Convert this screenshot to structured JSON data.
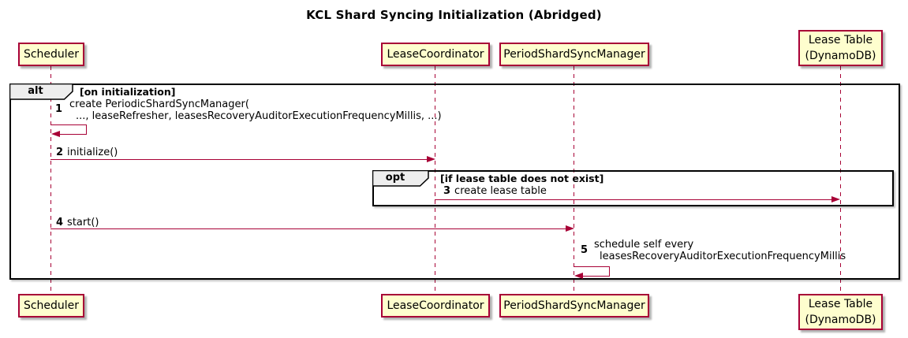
{
  "title": "KCL Shard Syncing Initialization (Abridged)",
  "participants": [
    {
      "id": "scheduler",
      "lines": [
        "Scheduler"
      ]
    },
    {
      "id": "lease-coordinator",
      "lines": [
        "LeaseCoordinator"
      ]
    },
    {
      "id": "period-shard-sync-manager",
      "lines": [
        "PeriodShardSyncManager"
      ]
    },
    {
      "id": "lease-table",
      "lines": [
        "Lease Table",
        "(DynamoDB)"
      ]
    }
  ],
  "frames": {
    "alt": {
      "label": "alt",
      "guard": "[on initialization]"
    },
    "opt": {
      "label": "opt",
      "guard": "[if lease table does not exist]"
    }
  },
  "messages": [
    {
      "num": "1",
      "kind": "self",
      "from": "scheduler",
      "to": "scheduler",
      "lines": [
        "create PeriodicShardSyncManager(",
        "..., leaseRefresher, leasesRecoveryAuditorExecutionFrequencyMillis, ...)"
      ]
    },
    {
      "num": "2",
      "kind": "arrow",
      "from": "scheduler",
      "to": "lease-coordinator",
      "lines": [
        "initialize()"
      ]
    },
    {
      "num": "3",
      "kind": "arrow",
      "from": "lease-coordinator",
      "to": "lease-table",
      "lines": [
        "create lease table"
      ]
    },
    {
      "num": "4",
      "kind": "arrow",
      "from": "scheduler",
      "to": "period-shard-sync-manager",
      "lines": [
        "start()"
      ]
    },
    {
      "num": "5",
      "kind": "self",
      "from": "period-shard-sync-manager",
      "to": "period-shard-sync-manager",
      "lines": [
        "schedule self every",
        "leasesRecoveryAuditorExecutionFrequencyMillis"
      ]
    }
  ],
  "colors": {
    "participant_fill": "#FEFECE",
    "participant_border": "#A80036",
    "message_color": "#A80036",
    "frame_border": "#000000",
    "frame_label_fill": "#EEEEEE",
    "background": "#FFFFFF",
    "text": "#000000"
  }
}
